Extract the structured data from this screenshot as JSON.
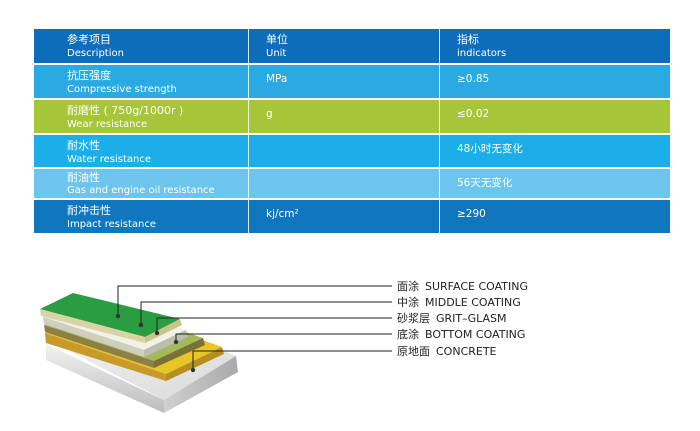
{
  "table": {
    "header": {
      "col1_zh": "参考项目",
      "col1_en": "Description",
      "col2_zh": "单位",
      "col2_en": "Unit",
      "col3_zh": "指标",
      "col3_en": "indicators",
      "color": "#0e6dba"
    },
    "rows": [
      {
        "zh": "抗压强度",
        "en": "Compressive strength",
        "unit": "MPa",
        "value": "≥0.85",
        "color": "#2aa9e3"
      },
      {
        "zh": "耐磨性 ( 750g/1000r )",
        "en": "Wear resistance",
        "unit": "g",
        "value": "≤0.02",
        "color": "#a7c538"
      },
      {
        "zh": "耐水性",
        "en": "Water resistance",
        "unit": "",
        "value": "48小时无变化",
        "color": "#1baee8"
      },
      {
        "zh": "耐油性",
        "en": "Gas and engine oil resistance",
        "unit": "",
        "value": "56天无变化",
        "color": "#6dc4ec"
      },
      {
        "zh": "耐冲击性",
        "en": "Impact resistance",
        "unit": "kj/cm²",
        "value": "≥290",
        "color": "#1076bd"
      }
    ]
  },
  "diagram": {
    "layers": [
      {
        "zh": "面涂",
        "en": "SURFACE COATING",
        "color": "#1f9a3a"
      },
      {
        "zh": "中涂",
        "en": "MIDDLE COATING",
        "color": "#e8e8dc"
      },
      {
        "zh": "砂浆层",
        "en": "GRIT–GLASM",
        "color": "#8aa64a"
      },
      {
        "zh": "底涂",
        "en": "BOTTOM COATING",
        "color": "#e1c21e"
      },
      {
        "zh": "原地面",
        "en": "CONCRETE",
        "color": "#d9d9d9"
      }
    ]
  }
}
